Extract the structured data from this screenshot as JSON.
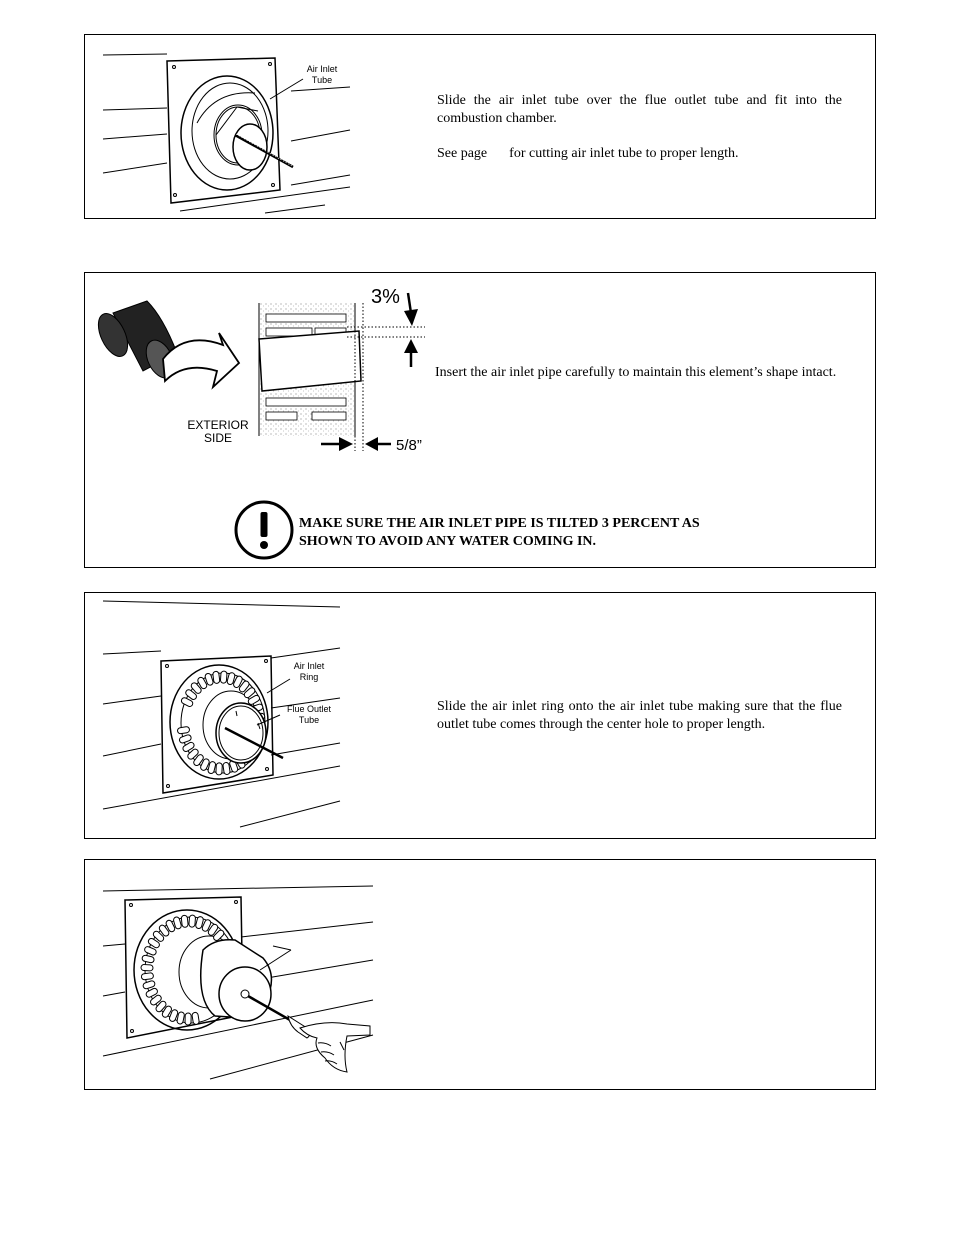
{
  "step1": {
    "callout": [
      "Air Inlet",
      "Tube"
    ],
    "text1": "Slide the air inlet tube over the flue outlet tube and fit into the combustion chamber.",
    "see_page_prefix": "See page",
    "see_page_suffix": "for cutting air inlet tube to proper length."
  },
  "step2": {
    "slope_label": "3%",
    "gap_label": "5/8”",
    "side_label": [
      "EXTERIOR",
      "SIDE"
    ],
    "text": "Insert the air inlet pipe carefully to maintain this element’s shape intact.",
    "warning": [
      "MAKE SURE THE AIR INLET PIPE IS TILTED 3 PERCENT AS",
      "SHOWN TO AVOID ANY WATER COMING IN."
    ]
  },
  "step3": {
    "callout_ring": [
      "Air Inlet",
      "Ring"
    ],
    "callout_flue": [
      "Flue Outlet",
      "Tube"
    ],
    "text": "Slide the air inlet ring onto the air inlet tube making sure that the flue outlet tube comes through the center hole to proper length."
  },
  "step4": {}
}
